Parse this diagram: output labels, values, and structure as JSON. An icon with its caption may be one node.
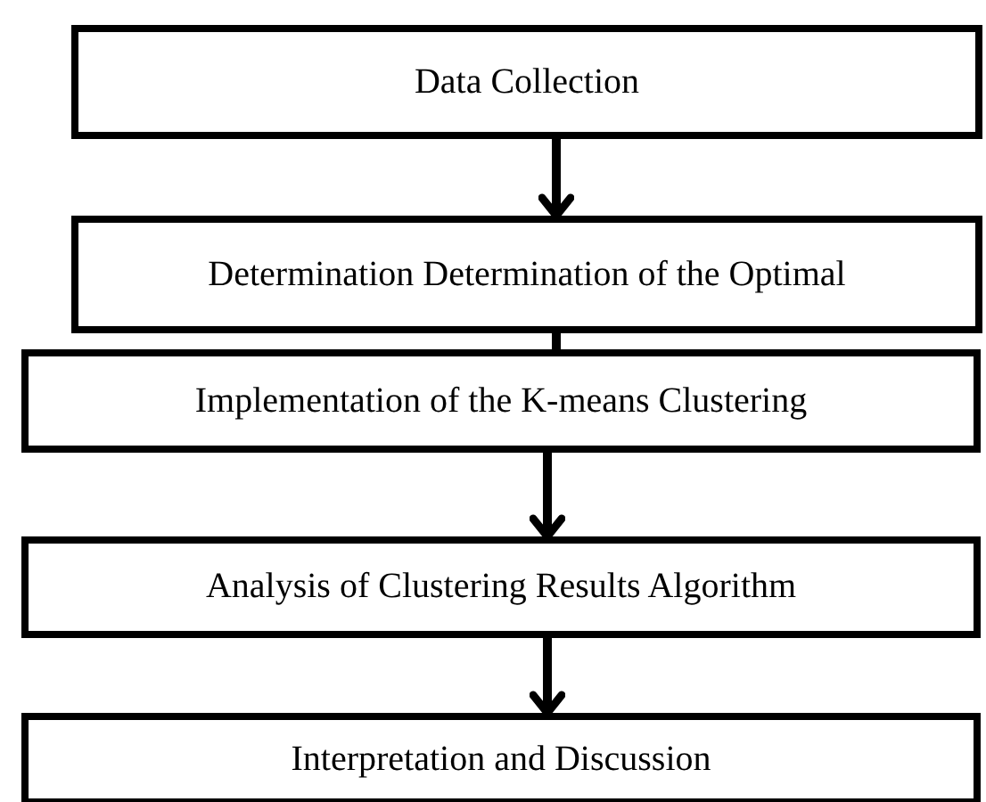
{
  "diagram": {
    "nodes": [
      {
        "text": [
          "Data Collection"
        ]
      },
      {
        "text": [
          "Determination Determination of the Optimal"
        ]
      },
      {
        "text": [
          "Implementation of the K-means Clustering"
        ]
      },
      {
        "text": [
          "Analysis of Clustering Results Algorithm"
        ]
      },
      {
        "text": [
          "Interpretation and Discussion"
        ]
      }
    ],
    "edges": [
      {
        "from": 0,
        "to": 1,
        "arrow": "to"
      },
      {
        "from": 1,
        "to": 2,
        "arrow": "none"
      },
      {
        "from": 2,
        "to": 3,
        "arrow": "to"
      },
      {
        "from": 3,
        "to": 4,
        "arrow": "to"
      }
    ]
  }
}
